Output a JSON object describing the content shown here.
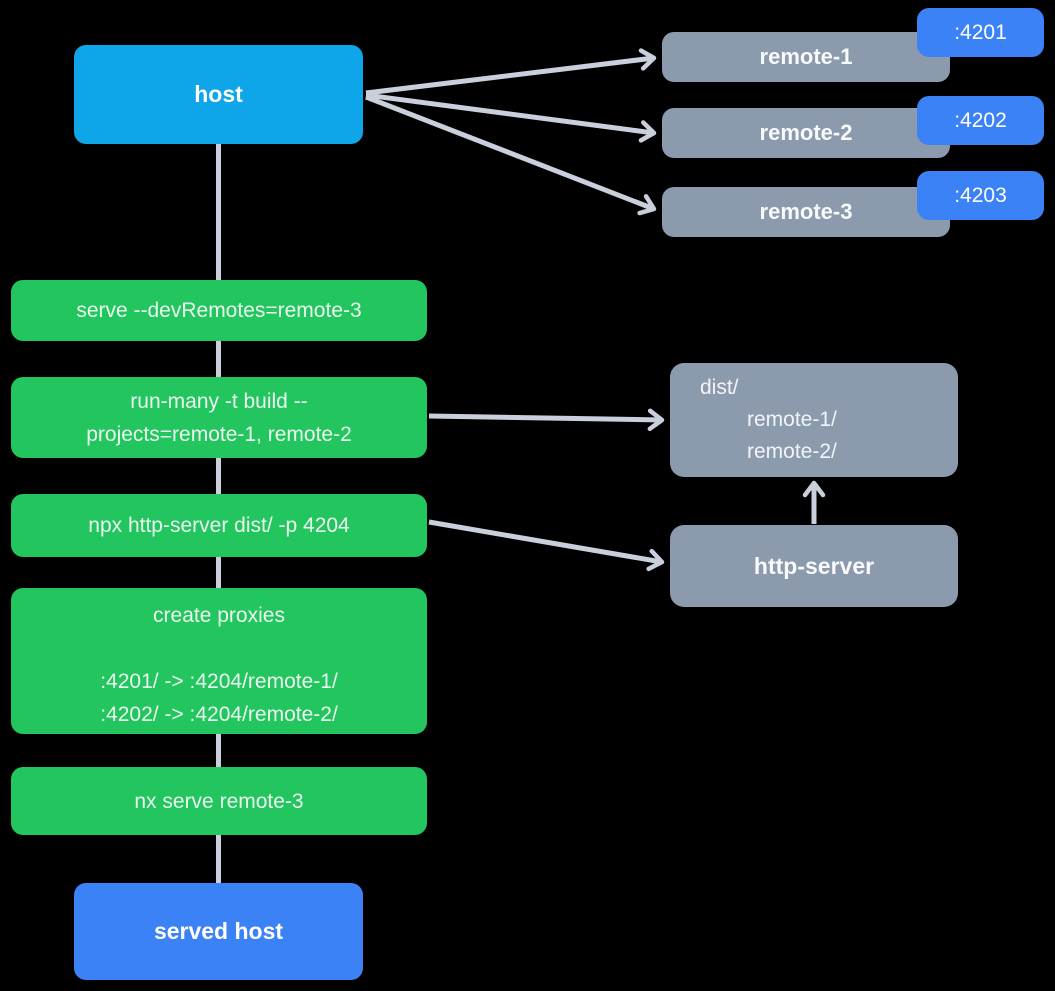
{
  "colors": {
    "background": "#000000",
    "host": "#0ea5e9",
    "served_host": "#3b82f6",
    "remote_box": "#8c9aae",
    "port_badge": "#3b82f6",
    "command_box": "#22c55e",
    "connector": "#c9cfdb"
  },
  "host": {
    "label": "host"
  },
  "served_host": {
    "label": "served host"
  },
  "remotes": [
    {
      "label": "remote-1",
      "port": ":4201"
    },
    {
      "label": "remote-2",
      "port": ":4202"
    },
    {
      "label": "remote-3",
      "port": ":4203"
    }
  ],
  "commands": {
    "serve": "serve --devRemotes=remote-3",
    "run_many_line1": "run-many -t build --",
    "run_many_line2": "projects=remote-1, remote-2",
    "http_server": "npx http-server dist/ -p 4204",
    "proxies_title": "create proxies",
    "proxies_rule1": ":4201/ -> :4204/remote-1/",
    "proxies_rule2": ":4202/ -> :4204/remote-2/",
    "nx_serve": "nx serve remote-3"
  },
  "artifacts": {
    "dist_root": "dist/",
    "dist_child1": "remote-1/",
    "dist_child2": "remote-2/",
    "http_server": "http-server"
  }
}
